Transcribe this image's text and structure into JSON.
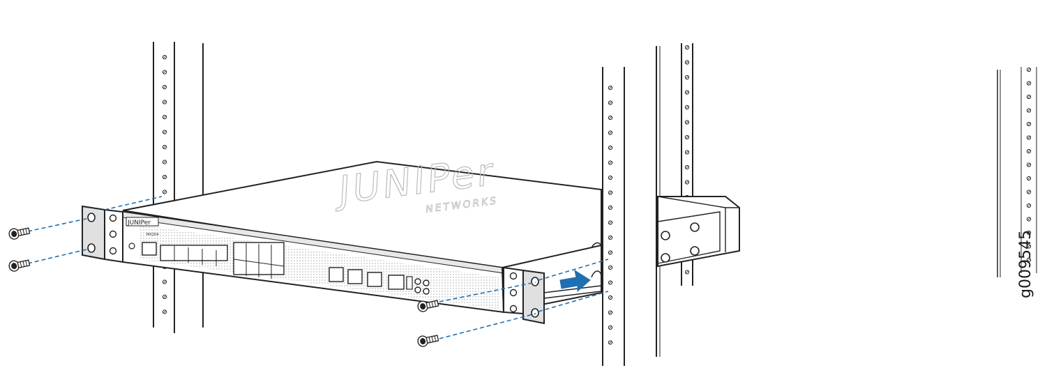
{
  "figure": {
    "id_label": "g009545",
    "device_front_logo": "JUNIPer",
    "device_model": "MX204",
    "device_top_logo": "JUNIPer",
    "device_top_sublogo": "NETWORKS",
    "arrow_color": "#1f6fb2",
    "screw_guide_color": "#1f6fb2"
  }
}
